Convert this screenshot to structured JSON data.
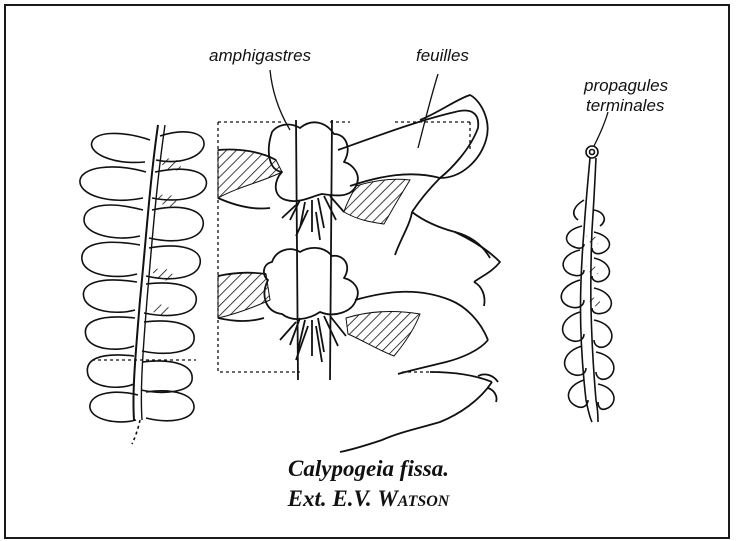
{
  "labels": {
    "amphigastres": "amphigastres",
    "feuilles": "feuilles",
    "propagules_line1": "propagules",
    "propagules_line2": "terminales"
  },
  "caption": {
    "species": "Calypogeia fissa.",
    "credit_prefix": "Ext. E.V. ",
    "credit_name": "Watson"
  },
  "colors": {
    "ink": "#111111",
    "frame": "#1a1a1a"
  }
}
